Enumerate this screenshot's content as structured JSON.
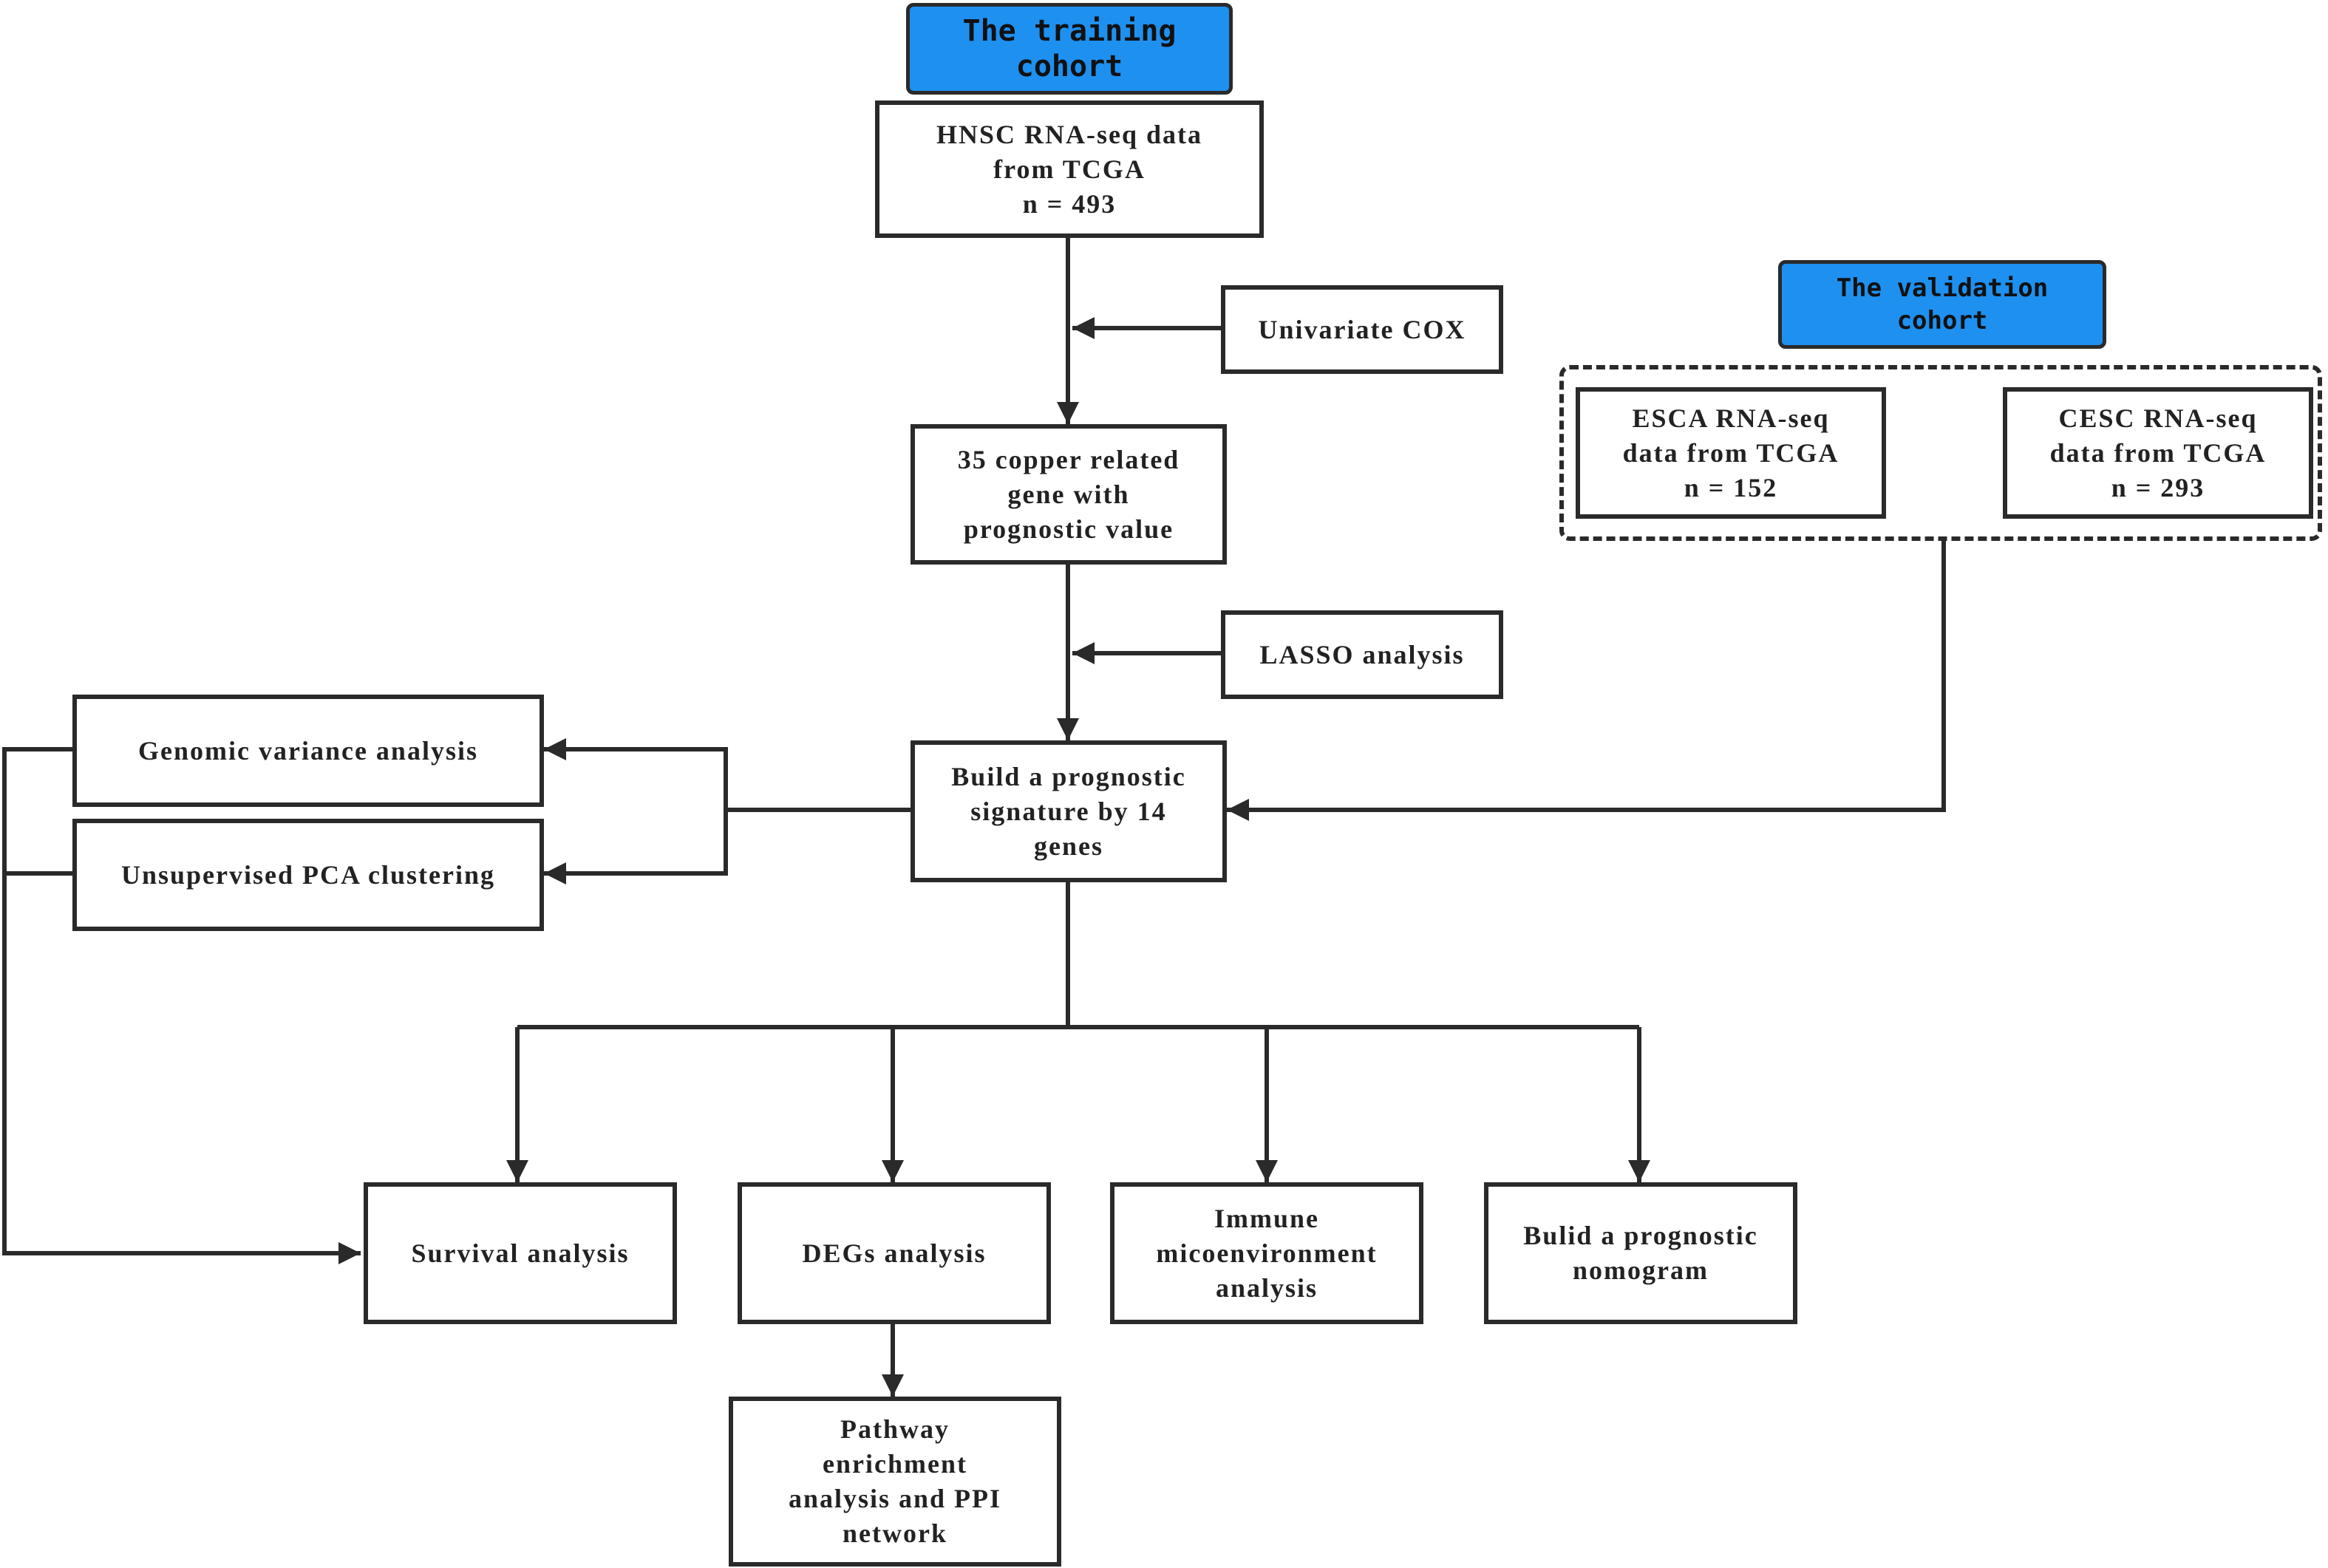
{
  "training_cohort": {
    "label": "The training cohort"
  },
  "validation_cohort": {
    "label": "The validation\ncohort"
  },
  "boxes": {
    "hnsc": "HNSC RNA-seq data\nfrom TCGA\nn = 493",
    "univariate": "Univariate COX",
    "copper_genes": "35 copper related\ngene with\nprognostic value",
    "lasso": "LASSO analysis",
    "signature": "Build a prognostic\nsignature by 14\ngenes",
    "genomic": "Genomic variance analysis",
    "pca": "Unsupervised PCA clustering",
    "esca": "ESCA RNA-seq\ndata from TCGA\nn = 152",
    "cesc": "CESC RNA-seq\ndata from TCGA\nn = 293",
    "survival": "Survival analysis",
    "degs": "DEGs analysis",
    "immune": "Immune\nmicoenvironment\nanalysis",
    "nomogram": "Bulid a prognostic\nnomogram",
    "pathway": "Pathway\nenrichment\nanalysis and PPI\nnetwork"
  },
  "colors": {
    "cohort_fill": "#1e90f0",
    "line": "#2a2a2a"
  }
}
